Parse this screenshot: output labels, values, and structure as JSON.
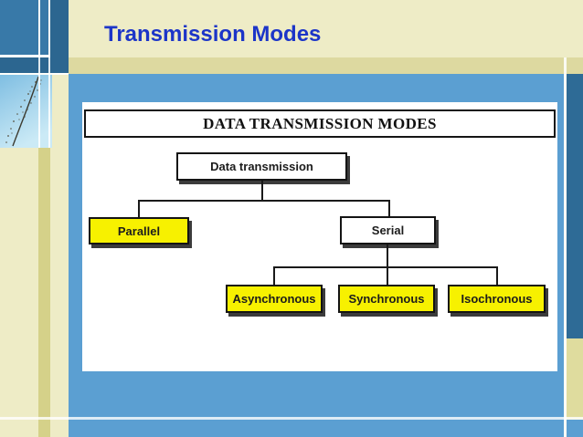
{
  "slide": {
    "title": "Transmission Modes"
  },
  "diagram": {
    "header": "DATA TRANSMISSION MODES",
    "nodes": {
      "root": "Data transmission",
      "parallel": "Parallel",
      "serial": "Serial",
      "asynchronous": "Asynchronous",
      "synchronous": "Synchronous",
      "isochronous": "Isochronous"
    },
    "hierarchy": {
      "Data transmission": [
        "Parallel",
        "Serial"
      ],
      "Serial": [
        "Asynchronous",
        "Synchronous",
        "Isochronous"
      ]
    }
  },
  "colors": {
    "title_text": "#1C35C8",
    "main_panel_blue": "#5B9FD2",
    "accent_dark_blue": "#2E6B96",
    "accent_mid_blue": "#3879A8",
    "node_yellow": "#F7F100",
    "background_cream": "#EEECC6",
    "khaki_stripe": "#D5D189",
    "tan_band": "#DDD9A0"
  },
  "decor": {
    "plant_sketch": "branch-sketch"
  }
}
